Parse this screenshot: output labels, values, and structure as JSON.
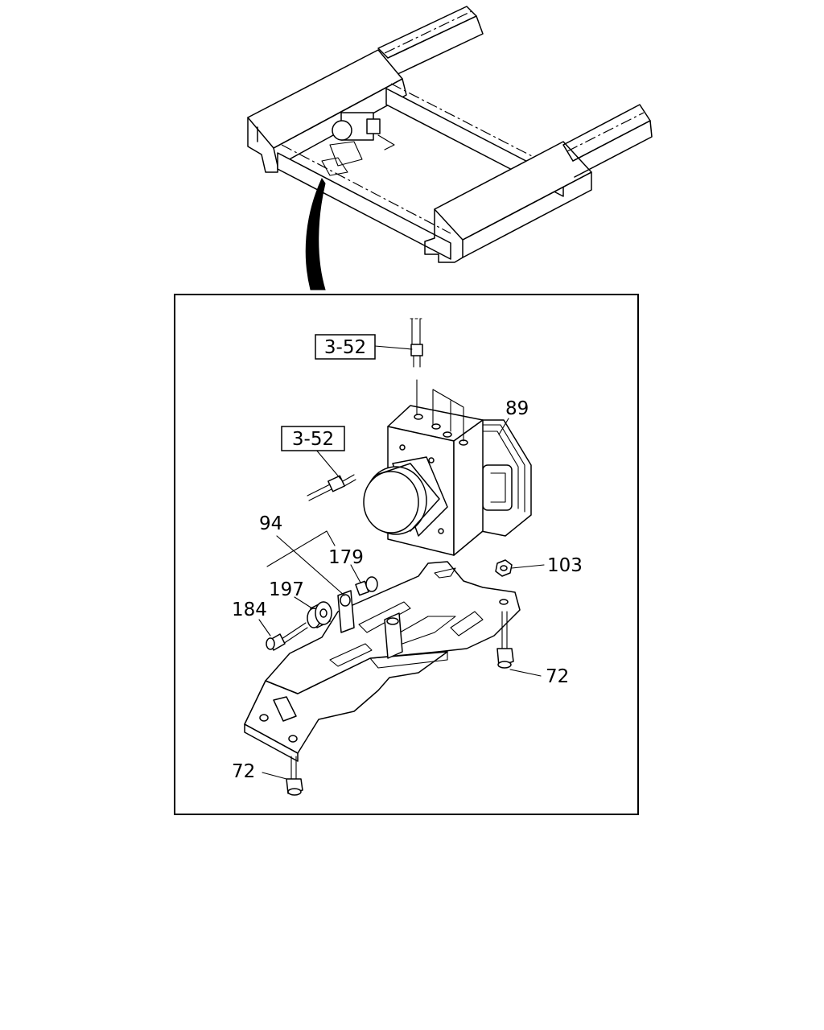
{
  "callouts": {
    "ref_3_52_top": "3-52",
    "ref_3_52_left": "3-52",
    "part_89": "89",
    "part_94": "94",
    "part_179": "179",
    "part_103": "103",
    "part_197": "197",
    "part_184": "184",
    "part_72_right": "72",
    "part_72_bottom": "72"
  }
}
